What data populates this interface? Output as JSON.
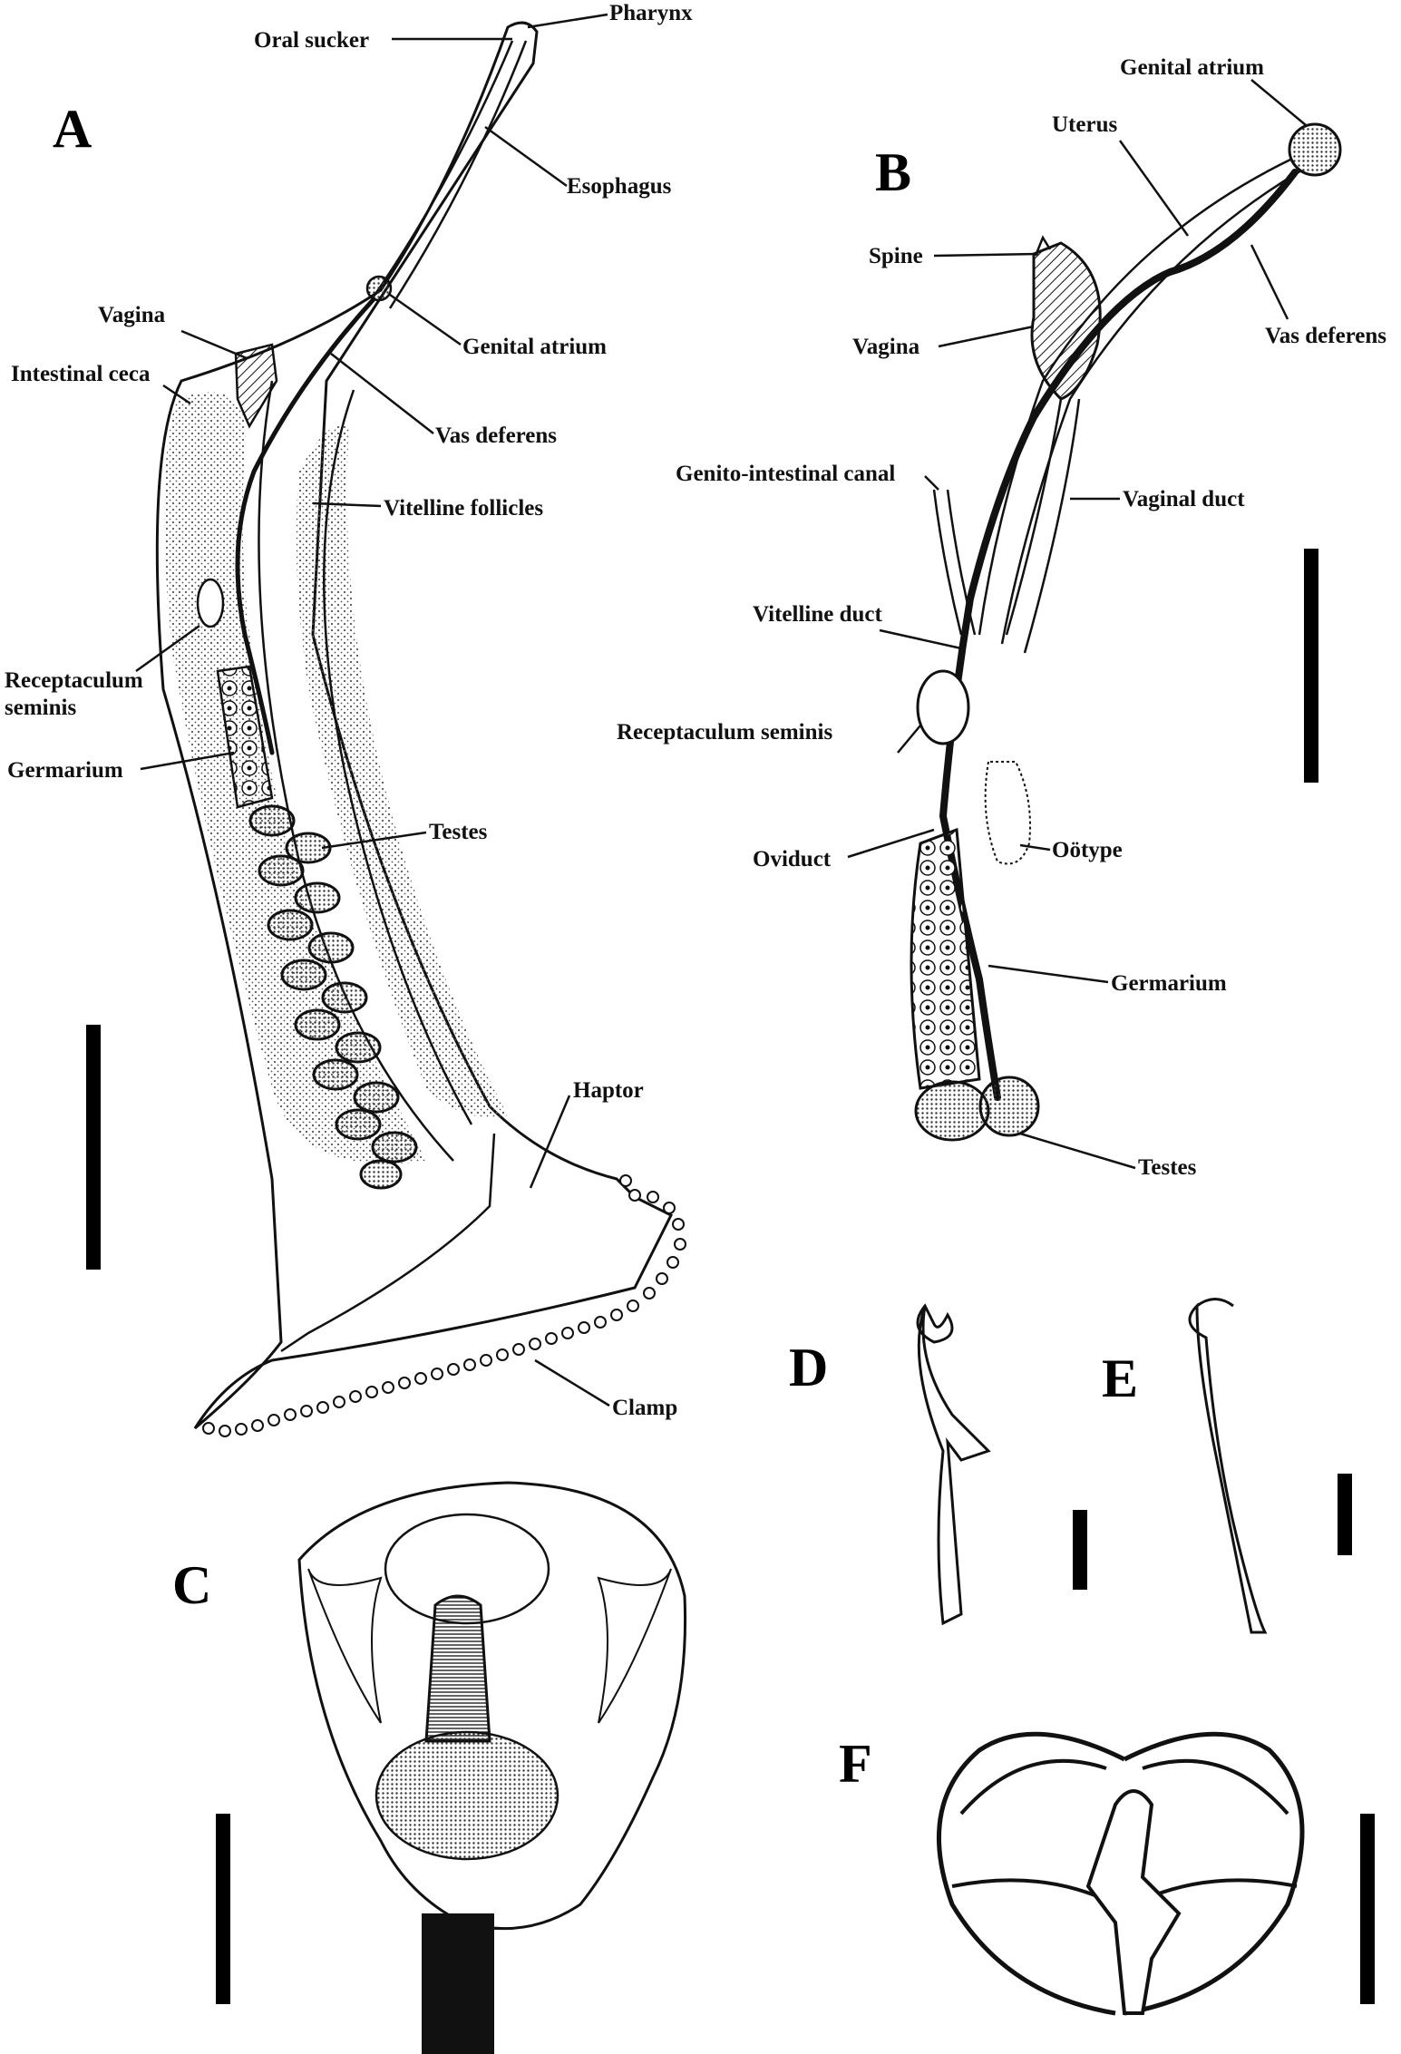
{
  "panels": {
    "A": "A",
    "B": "B",
    "C": "C",
    "D": "D",
    "E": "E",
    "F": "F"
  },
  "panel_a_labels": {
    "oral_sucker": "Oral sucker",
    "pharynx": "Pharynx",
    "esophagus": "Esophagus",
    "vagina": "Vagina",
    "genital_atrium": "Genital atrium",
    "intestinal_ceca": "Intestinal ceca",
    "vas_deferens": "Vas deferens",
    "vitelline_follicles": "Vitelline follicles",
    "receptaculum_line1": "Receptaculum",
    "receptaculum_line2": "seminis",
    "germarium": "Germarium",
    "testes": "Testes",
    "haptor": "Haptor",
    "clamp": "Clamp"
  },
  "panel_b_labels": {
    "genital_atrium": "Genital atrium",
    "uterus": "Uterus",
    "spine": "Spine",
    "vagina": "Vagina",
    "vas_deferens": "Vas deferens",
    "genito_intestinal_canal": "Genito-intestinal canal",
    "vaginal_duct": "Vaginal duct",
    "vitelline_duct": "Vitelline duct",
    "receptaculum_seminis": "Receptaculum seminis",
    "oviduct": "Oviduct",
    "ootype": "Oötype",
    "germarium": "Germarium",
    "testes": "Testes"
  },
  "colors": {
    "ink": "#111111",
    "background": "#ffffff",
    "stipple": "#555555"
  }
}
